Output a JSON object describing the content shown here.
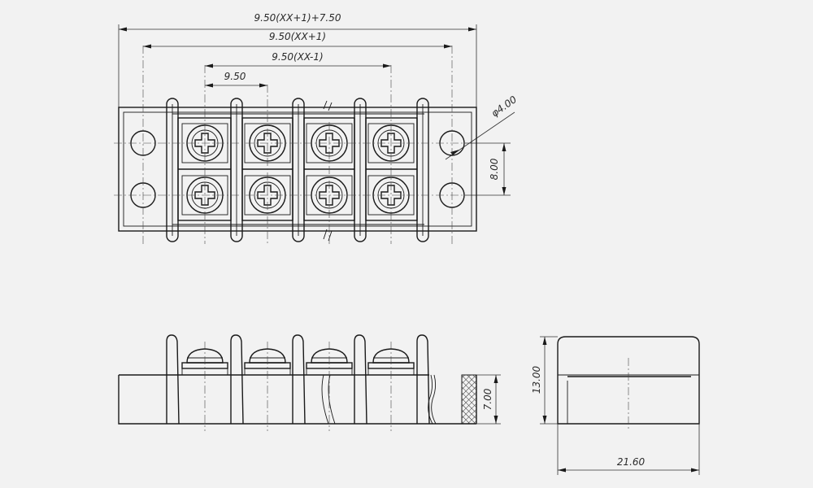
{
  "dimensions": {
    "total_length": "9.50(XX+1)+7.50",
    "outer_pitch_span": "9.50(XX+1)",
    "inner_pitch_span": "9.50(XX-1)",
    "pitch": "9.50",
    "hole_diameter": "φ4.00",
    "row_spacing": "8.00",
    "base_height": "7.00",
    "total_height": "13.00",
    "depth": "21.60"
  },
  "terminal_positions": 4
}
